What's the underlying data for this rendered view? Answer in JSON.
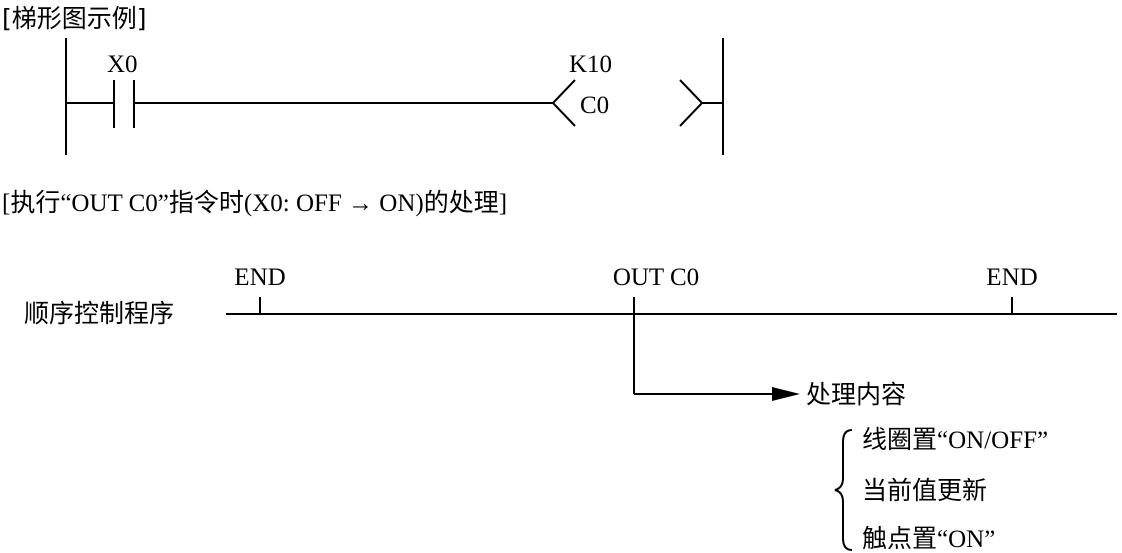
{
  "ladder": {
    "section_title": "[梯形图示例]",
    "contact_label": "X0",
    "set_value": "K10",
    "coil_label": "C0"
  },
  "processing": {
    "section_title": "[执行“OUT C0”指令时(X0: OFF → ON)的处理]",
    "program_label": "顺序控制程序",
    "marker_end_1": "END",
    "marker_out": "OUT C0",
    "marker_end_2": "END",
    "content_label": "处理内容",
    "steps": [
      "线圈置“ON/OFF”",
      "当前值更新",
      "触点置“ON”"
    ]
  }
}
